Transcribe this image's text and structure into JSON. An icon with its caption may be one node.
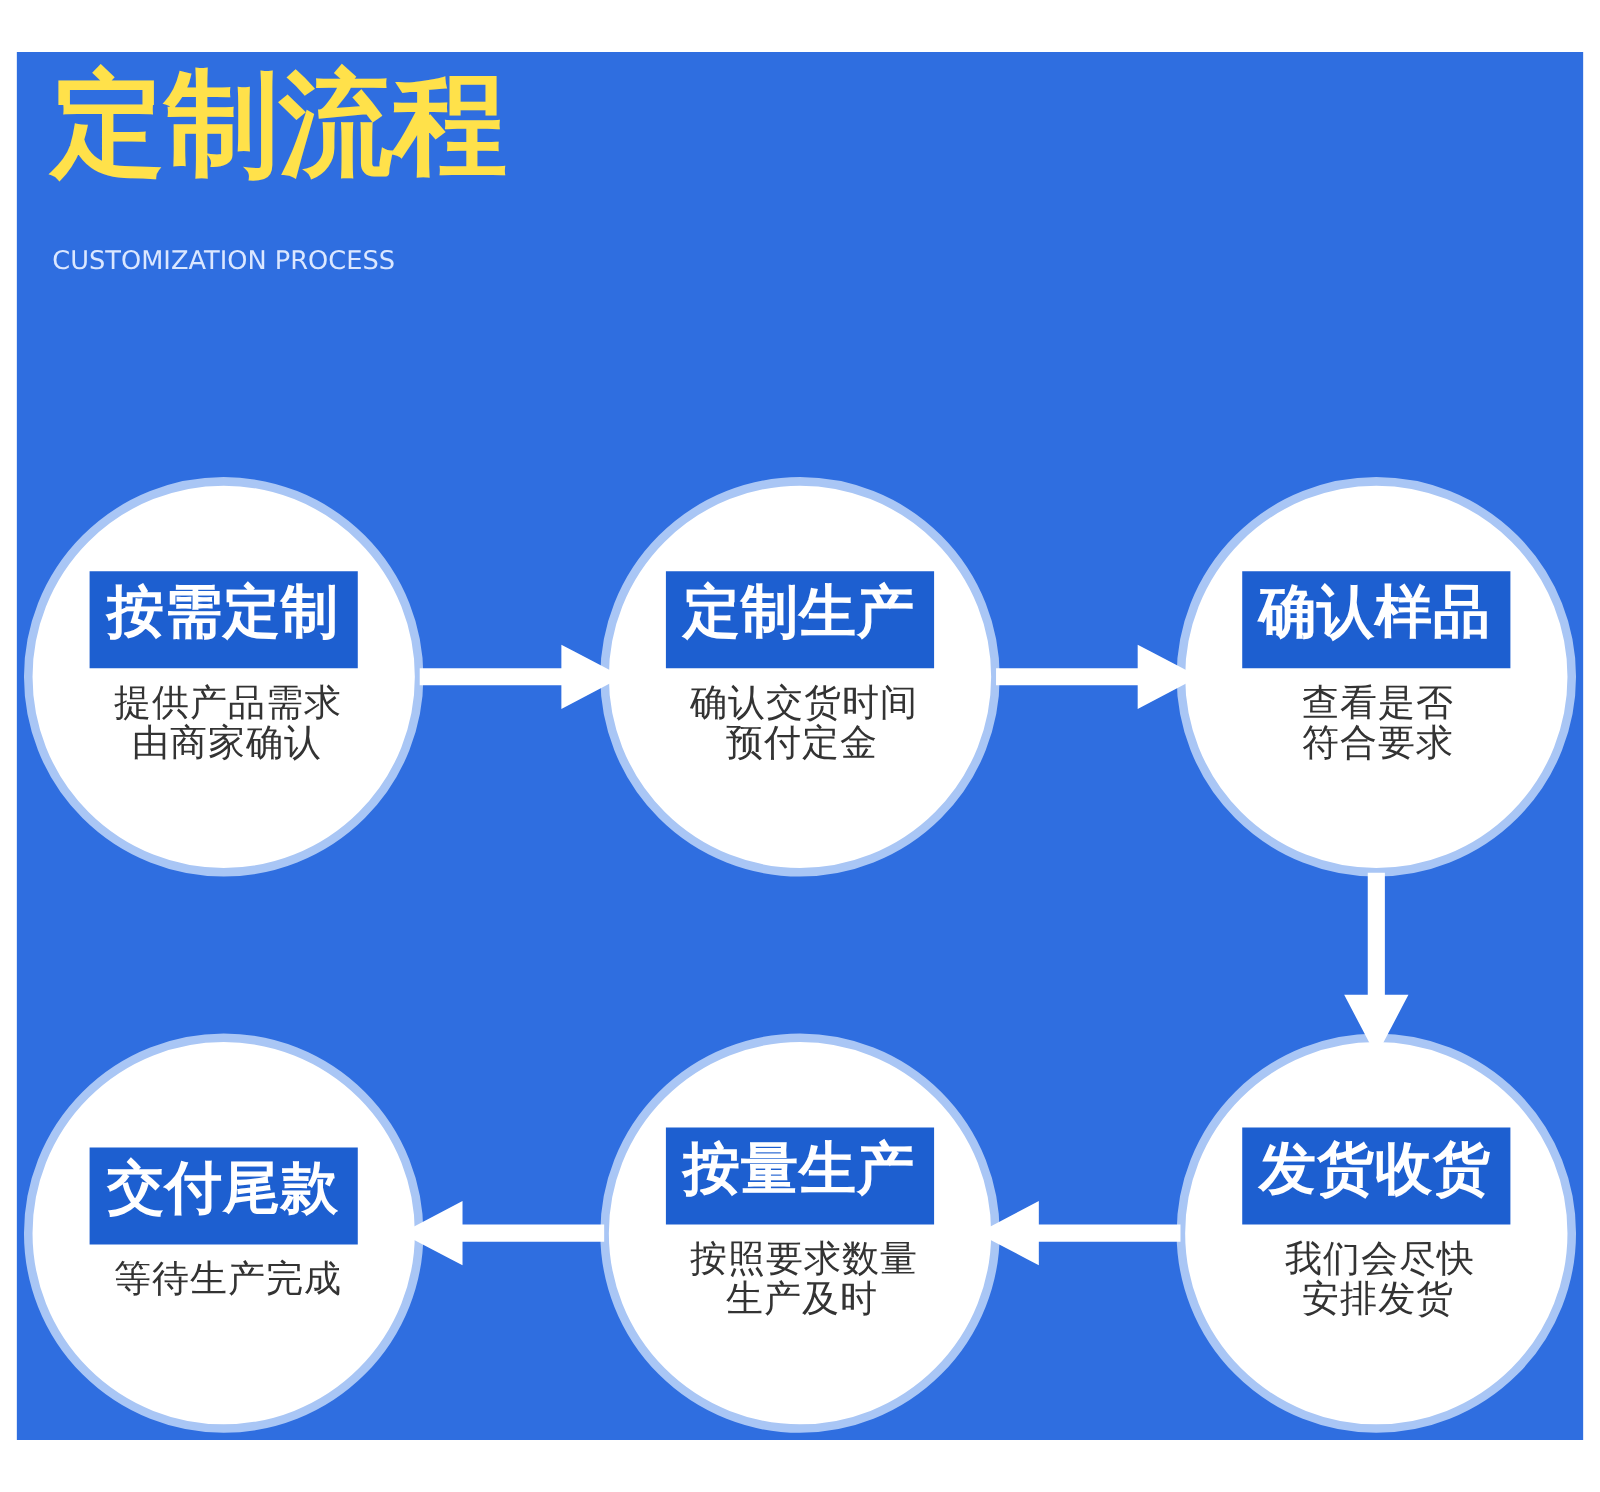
{
  "diagram": {
    "title": "定制流程",
    "nodes": [
      {
        "text": [
          "按需定制",
          "提供产品需求由商家确认"
        ]
      },
      {
        "text": [
          "定制生产",
          "确认交货时间预付定金"
        ]
      },
      {
        "text": [
          "确认样品",
          "查看是否符合要求"
        ]
      },
      {
        "text": [
          "发货收货",
          "我们会尽快安排发货"
        ]
      },
      {
        "text": [
          "按量生产",
          "按照要求数量生产及时"
        ]
      },
      {
        "text": [
          "交付尾款",
          "等待生产完成"
        ]
      }
    ],
    "edges": [
      {
        "from": 0,
        "to": 1,
        "arrow": "to"
      },
      {
        "from": 1,
        "to": 2,
        "arrow": "to"
      },
      {
        "from": 2,
        "to": 3,
        "arrow": "to"
      },
      {
        "from": 3,
        "to": 4,
        "arrow": "to"
      },
      {
        "from": 4,
        "to": 5,
        "arrow": "to"
      }
    ],
    "labels": [
      "CUSTOMIZATION PROCESS"
    ]
  }
}
